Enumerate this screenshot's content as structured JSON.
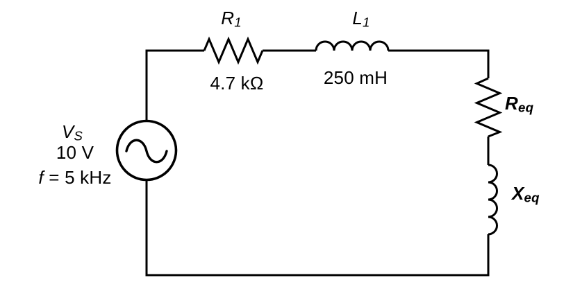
{
  "circuit": {
    "description": "AC source driving series R-L network with equivalent load",
    "colors": {
      "stroke": "#000000",
      "background": "#ffffff"
    },
    "source": {
      "name": "V",
      "name_sub": "S",
      "voltage": "10 V",
      "freq_symbol": "f",
      "freq_value": " = 5 kHz"
    },
    "components": {
      "r1": {
        "name": "R",
        "name_sub": "1",
        "value": "4.7 kΩ"
      },
      "l1": {
        "name": "L",
        "name_sub": "1",
        "value": "250 mH"
      },
      "req": {
        "name": "R",
        "name_sub": "eq"
      },
      "xeq": {
        "name": "X",
        "name_sub": "eq"
      }
    }
  }
}
